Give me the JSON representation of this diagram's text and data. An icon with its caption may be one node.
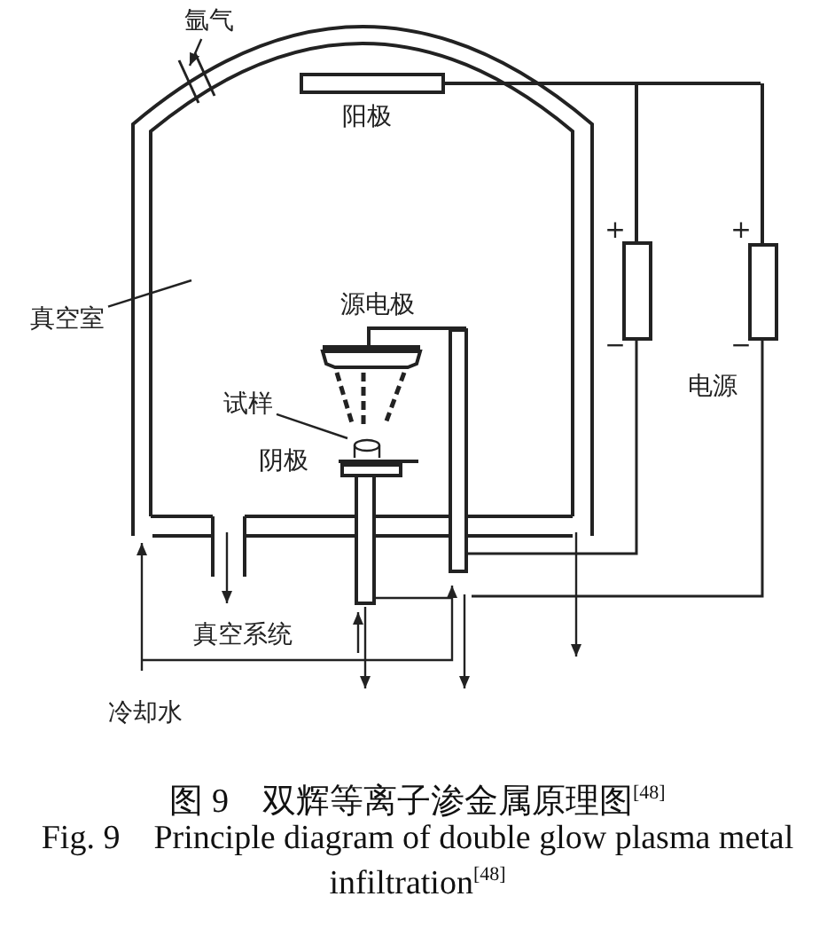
{
  "diagram": {
    "caption": "图 9　双辉等离子渗金属原理图$^{[48]}$",
    "nodes": [
      {
        "text": [
          "氩气"
        ]
      },
      {
        "text": [
          "真空室"
        ]
      },
      {
        "text": [
          "试样"
        ]
      }
    ],
    "edges": [
      {
        "from": 0,
        "to": null,
        "arrow": "to"
      },
      {
        "from": 1,
        "to": null,
        "arrow": "none"
      },
      {
        "from": 2,
        "to": null,
        "arrow": "none"
      }
    ],
    "labels": [
      "阳极",
      "源电极",
      "阴极",
      "+",
      "−",
      "+",
      "−",
      "电源",
      "真空系统",
      "冷却水",
      "Fig. 9　Principle diagram of double glow plasma metal infiltration$^{[48]}$"
    ]
  }
}
